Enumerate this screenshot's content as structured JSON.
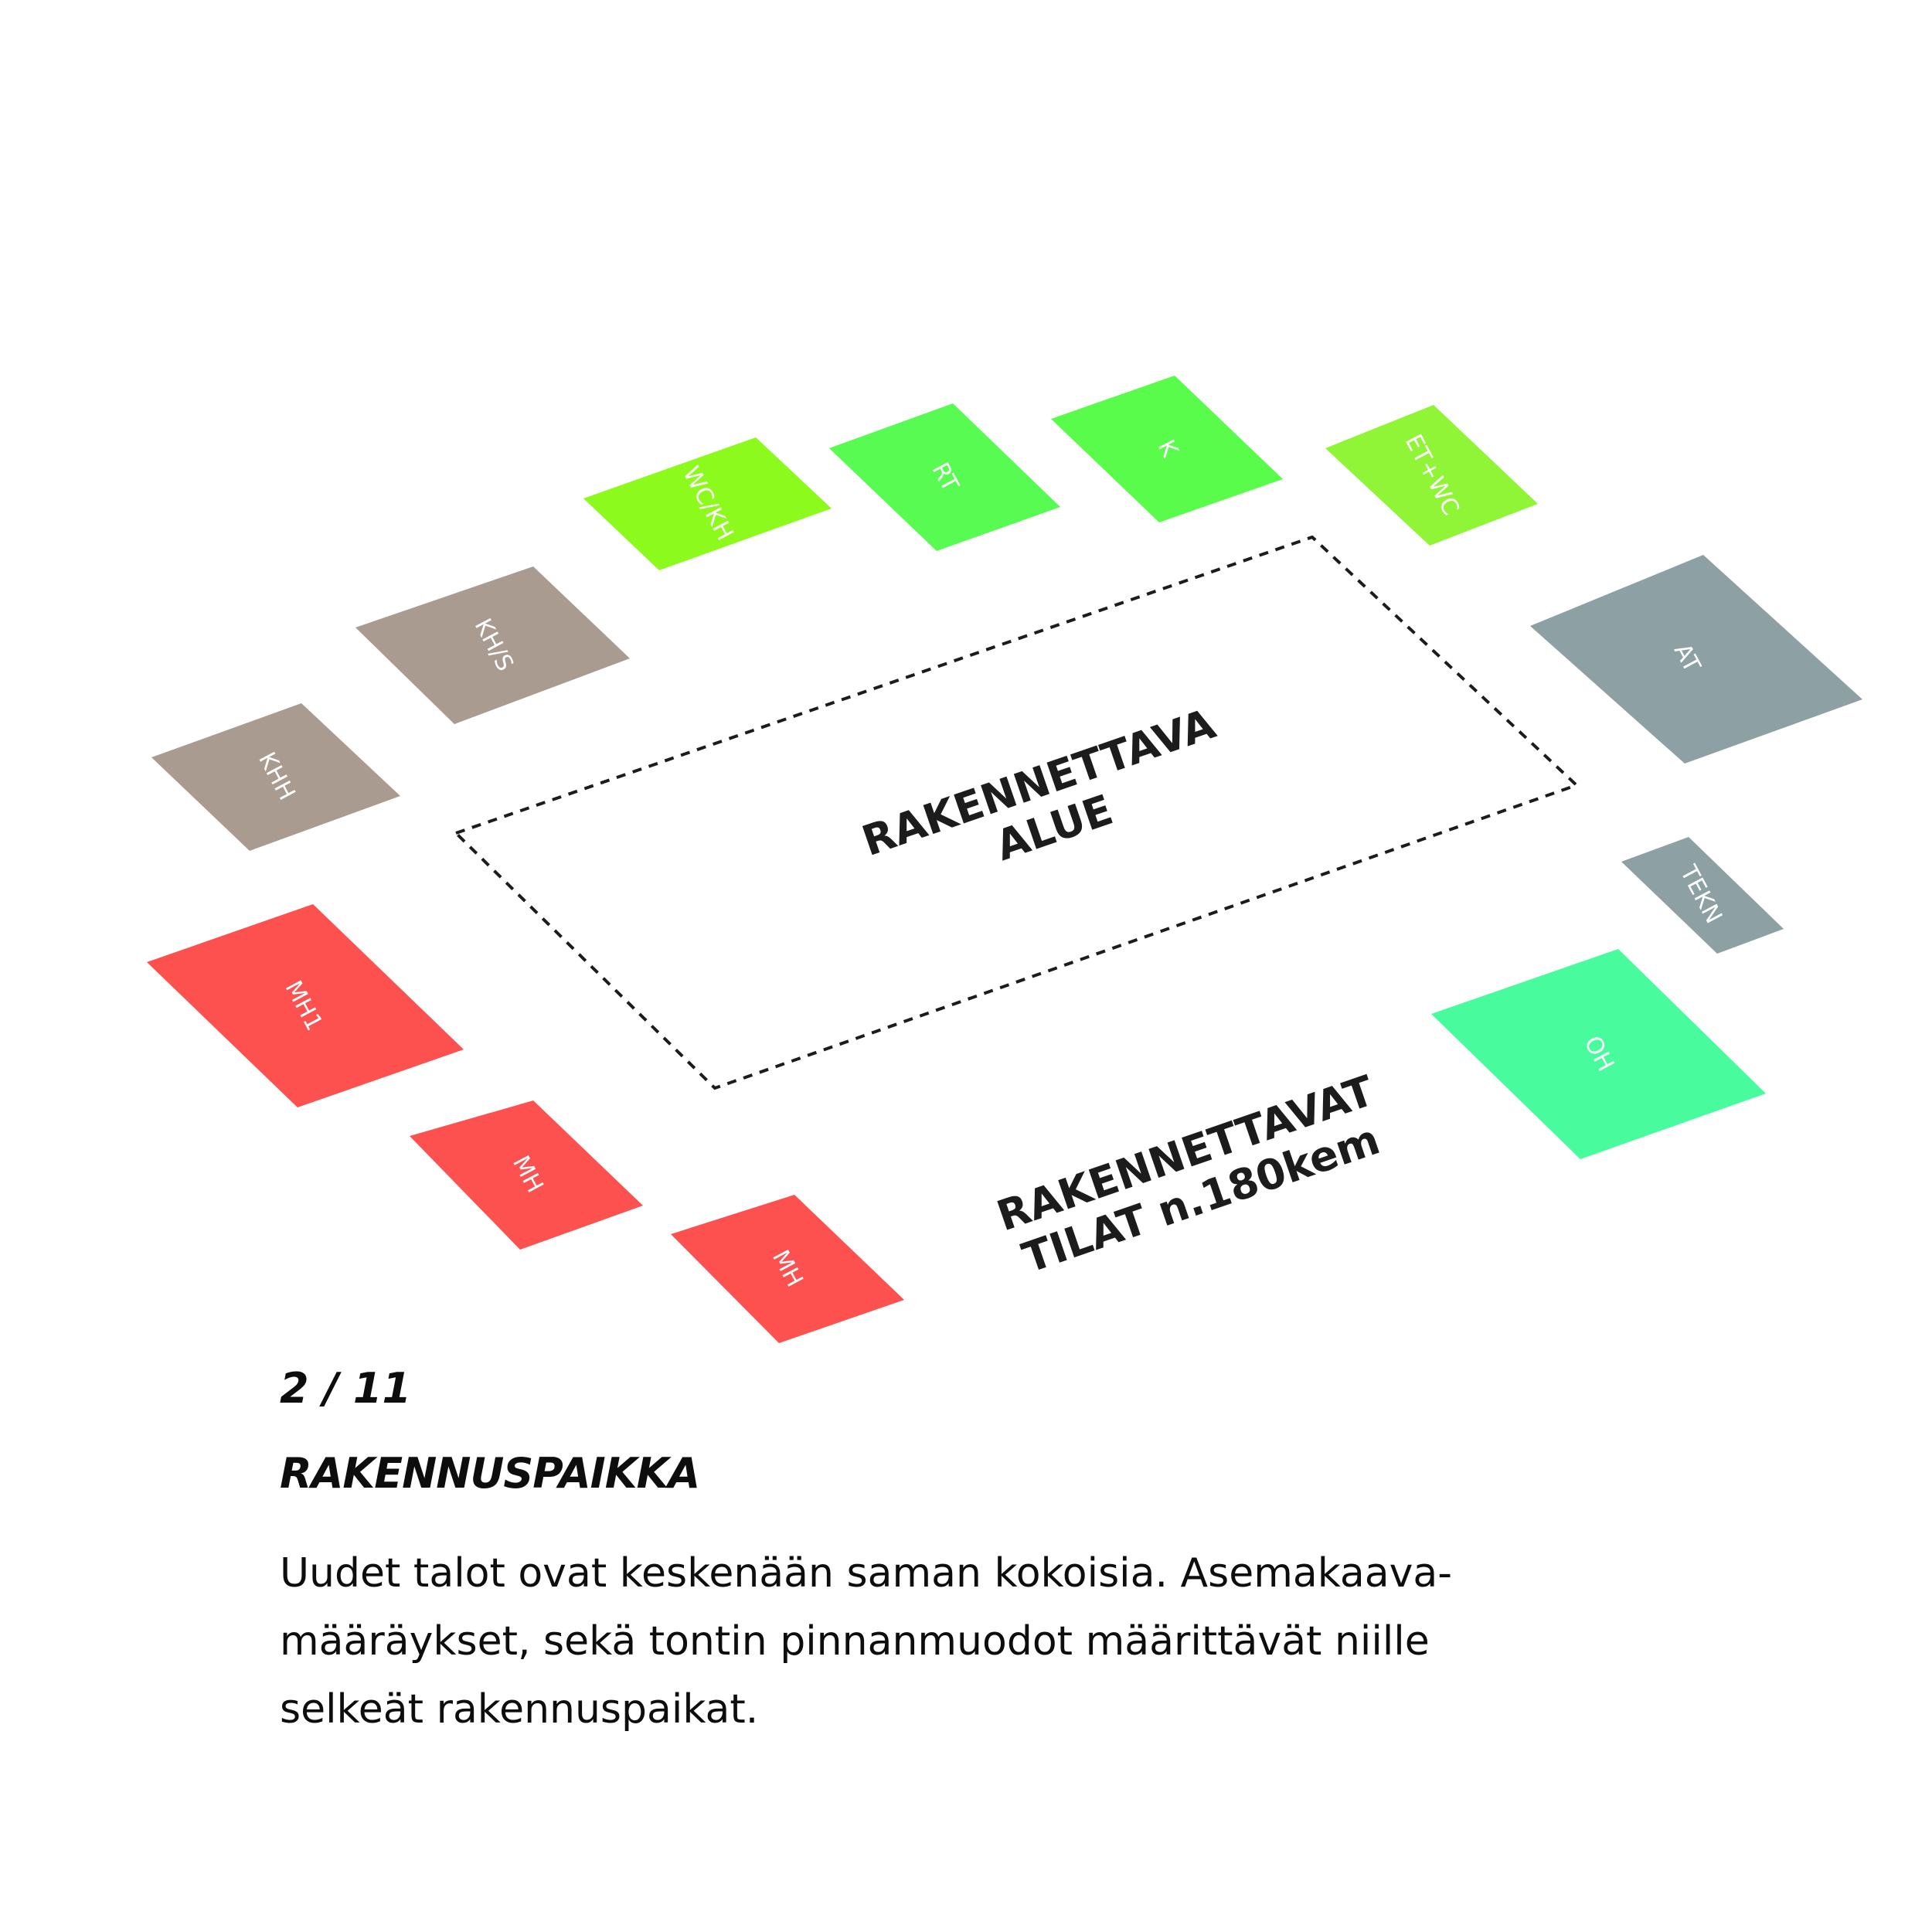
{
  "diagram": {
    "rooms": [
      {
        "id": "wc-kh",
        "label": "WC/KH",
        "color": "#8cfa1c"
      },
      {
        "id": "rt",
        "label": "RT",
        "color": "#57fb52"
      },
      {
        "id": "k",
        "label": "K",
        "color": "#5afc4b"
      },
      {
        "id": "et-wc",
        "label": "ET+WC",
        "color": "#8ff536"
      },
      {
        "id": "kh-s",
        "label": "KH/S",
        "color": "#aa9b90"
      },
      {
        "id": "khh",
        "label": "KHH",
        "color": "#aa9b90"
      },
      {
        "id": "at",
        "label": "AT",
        "color": "#8da0a3"
      },
      {
        "id": "tekn",
        "label": "TEKN",
        "color": "#8da0a3"
      },
      {
        "id": "mh1",
        "label": "MH1",
        "color": "#fd514f"
      },
      {
        "id": "mh-a",
        "label": "MH",
        "color": "#fd514f"
      },
      {
        "id": "mh-b",
        "label": "MH",
        "color": "#fd514f"
      },
      {
        "id": "oh",
        "label": "OH",
        "color": "#48fc9e"
      }
    ],
    "build_area": {
      "line1": "RAKENNETTAVA",
      "line2": "ALUE"
    },
    "spaces": {
      "line1": "RAKENNETTAVAT",
      "line2": "TILAT n.180kem"
    }
  },
  "caption": {
    "page": "2 / 11",
    "title": "RAKENNUSPAIKKA",
    "body": "Uudet talot ovat keskenään saman kokoisia. Asemakaava-\nmääräykset, sekä tontin pinnanmuodot määrittävät niille\nselkeät rakennuspaikat."
  }
}
